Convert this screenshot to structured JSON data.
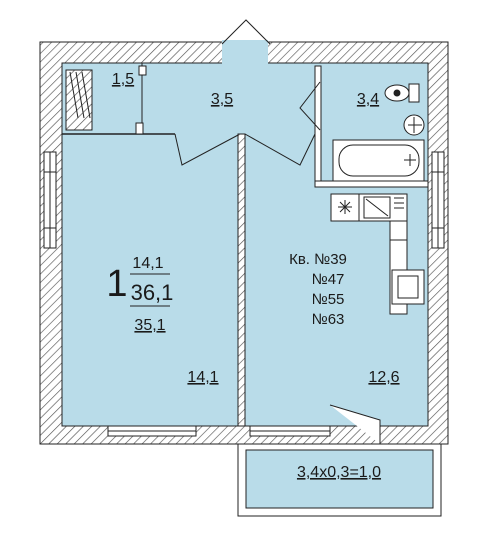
{
  "colors": {
    "room_fill": "#b9dce9",
    "wall_hatch": "#555555",
    "line": "#222222",
    "outside": "#ffffff"
  },
  "plan": {
    "room_count": "1",
    "living_area": "14,1",
    "total_area": "36,1",
    "total_no_balcony": "35,1",
    "apartment_header": "Кв. №39",
    "apartment_numbers": [
      "№47",
      "№55",
      "№63"
    ]
  },
  "rooms": {
    "storage": "1,5",
    "hall": "3,5",
    "bathroom": "3,4",
    "living_room": "14,1",
    "kitchen": "12,6",
    "balcony": "3,4x0,3=1,0"
  }
}
